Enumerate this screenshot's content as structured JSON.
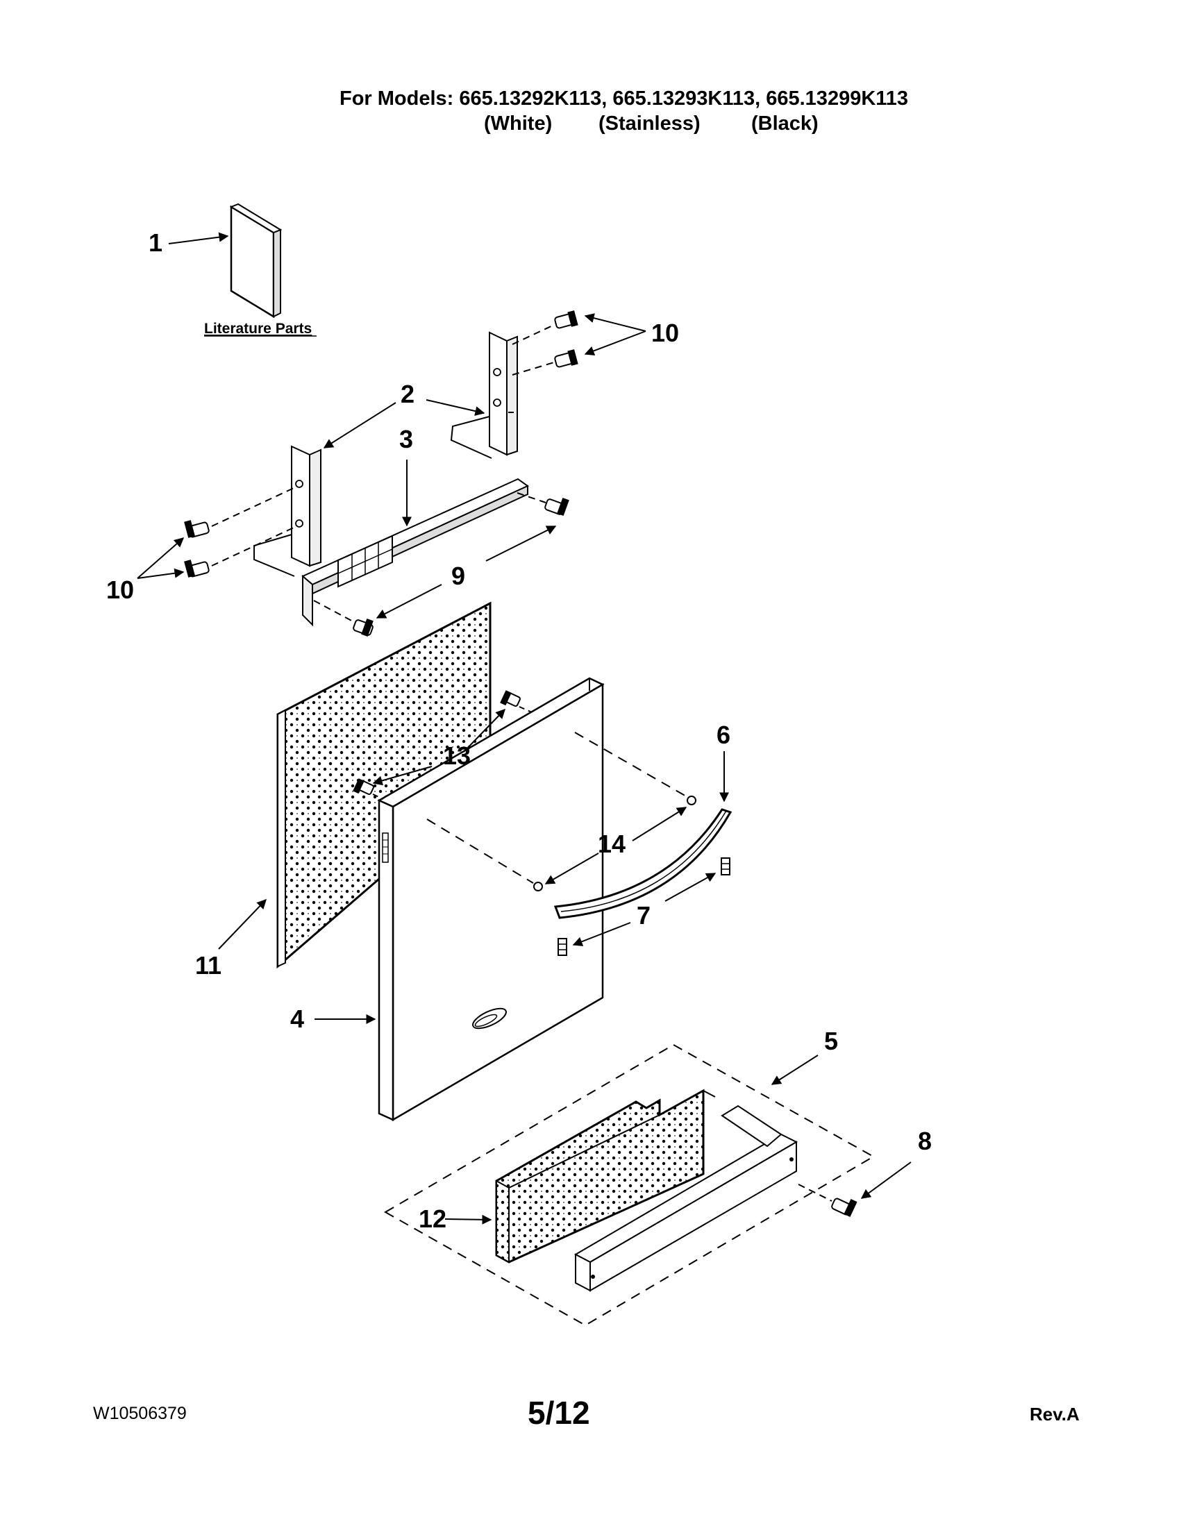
{
  "header": {
    "title": "For Models: 665.13292K113, 665.13293K113, 665.13299K113",
    "variants": [
      "(White)",
      "(Stainless)",
      "(Black)"
    ]
  },
  "diagram": {
    "literature_label": "Literature Parts",
    "callouts": {
      "c1": "1",
      "c2": "2",
      "c3": "3",
      "c4": "4",
      "c5": "5",
      "c6": "6",
      "c7": "7",
      "c8": "8",
      "c9": "9",
      "c10a": "10",
      "c10b": "10",
      "c11": "11",
      "c12": "12",
      "c13": "13",
      "c14": "14"
    }
  },
  "footer": {
    "doc_number": "W10506379",
    "page": "5/12",
    "revision": "Rev.A"
  }
}
